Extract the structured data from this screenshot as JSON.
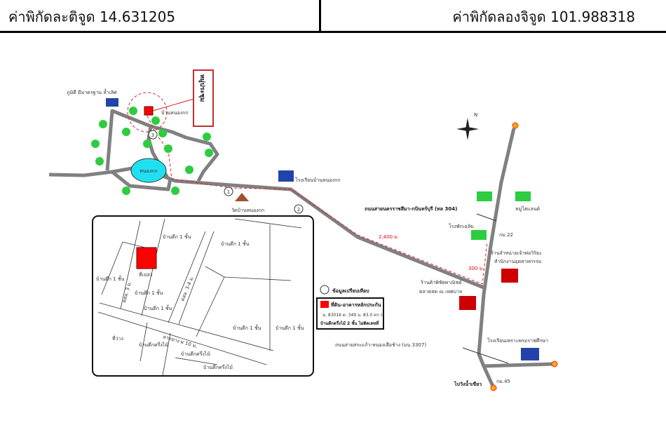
{
  "header": {
    "latitude_label": "ค่าพิกัดละติจูด 14.631205",
    "longitude_label": "ค่าพิกัดลองจิจูด 101.988318"
  },
  "map": {
    "callout": "หมู่ประชุม",
    "school_top": "ภูมิดี มีมาตรฐาน ล้ำเลิศ",
    "village": "บ้านหนองกก",
    "pond": "หนองกก",
    "temple": "วัดบ้านหนองกก",
    "school": "โรงเรียนบ้านหนองกก",
    "markers": [
      "1",
      "2",
      "3"
    ],
    "distance_1": "2,400 ม.",
    "distance_2": "300 ม.",
    "highway_304": "ถนนสายนครราชสีมา-กบินทร์บุรี (ทล 304)",
    "village_right": "หมู่ไฮแลนด์",
    "hospital_label": "โรงพักเฉลิม",
    "km_1": "กม.22",
    "shop_1": "ร้านจำหน่ายเจ้าพ่อวิริยะ",
    "shop_1b": "สำนักงานอุตสาหกรรม",
    "shop_2": "ร้านค้าพิชัยพาณิชย์",
    "shop_2b": "ตลาดสด ณ เทศบาล",
    "road_3307": "ถนนสายสระแก้ว-หนองเสือช้าง (บน 3307)",
    "school_right": "โรงเรียนเพราะพรมราชศึกษา",
    "to_town": "ไปวังน้ำเขียว",
    "km_2": "กม.45",
    "compass": "N",
    "legend": {
      "comparison": "ข้อมูลเปรียบเทียบ",
      "collateral": "ที่ดิน-อาคารหลักประกัน",
      "deed": "ฉ. 83016 ต. 349 น. 83.0 ตร.ว.",
      "building": "บ้านตึกครึ่งไม้ 2 ชั้น ไม่ติดเลขที่"
    },
    "inset": {
      "house_1": "บ้านตึก 1 ชั้น",
      "empty": "ที่เปล่า",
      "empty_2": "ที่ว่าง",
      "road_main": "ลาดยาง ผ 10 ม.",
      "road_side": "คสล. 3-4 ม.",
      "road_small": "คสล. 3 ม.",
      "house_wood": "บ้านตึกครึ่งไม้"
    }
  },
  "colors": {
    "road": "#808080",
    "route": "#e02020",
    "target": "#ff0000",
    "pond": "#20e0f0",
    "tree": "#2ecc40"
  }
}
